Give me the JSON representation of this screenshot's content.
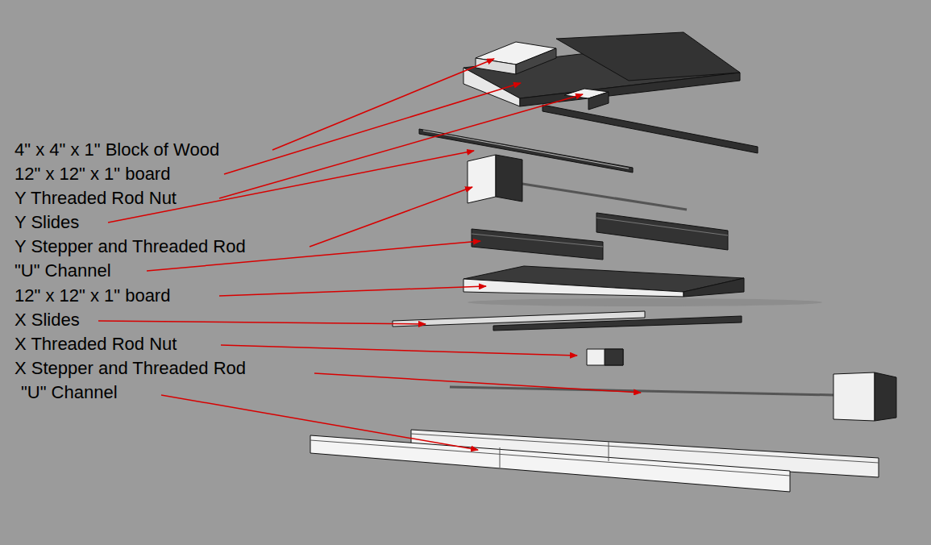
{
  "diagram": {
    "labels": [
      "4\" x 4\" x 1\" Block of Wood",
      "12\" x 12\" x 1\" board",
      "Y Threaded Rod Nut",
      "Y Slides",
      "Y Stepper and Threaded Rod",
      "\"U\" Channel",
      "12\" x 12\" x 1\" board",
      "X Slides",
      "X Threaded Rod Nut",
      "X Stepper and Threaded Rod",
      "\"U\" Channel"
    ]
  }
}
